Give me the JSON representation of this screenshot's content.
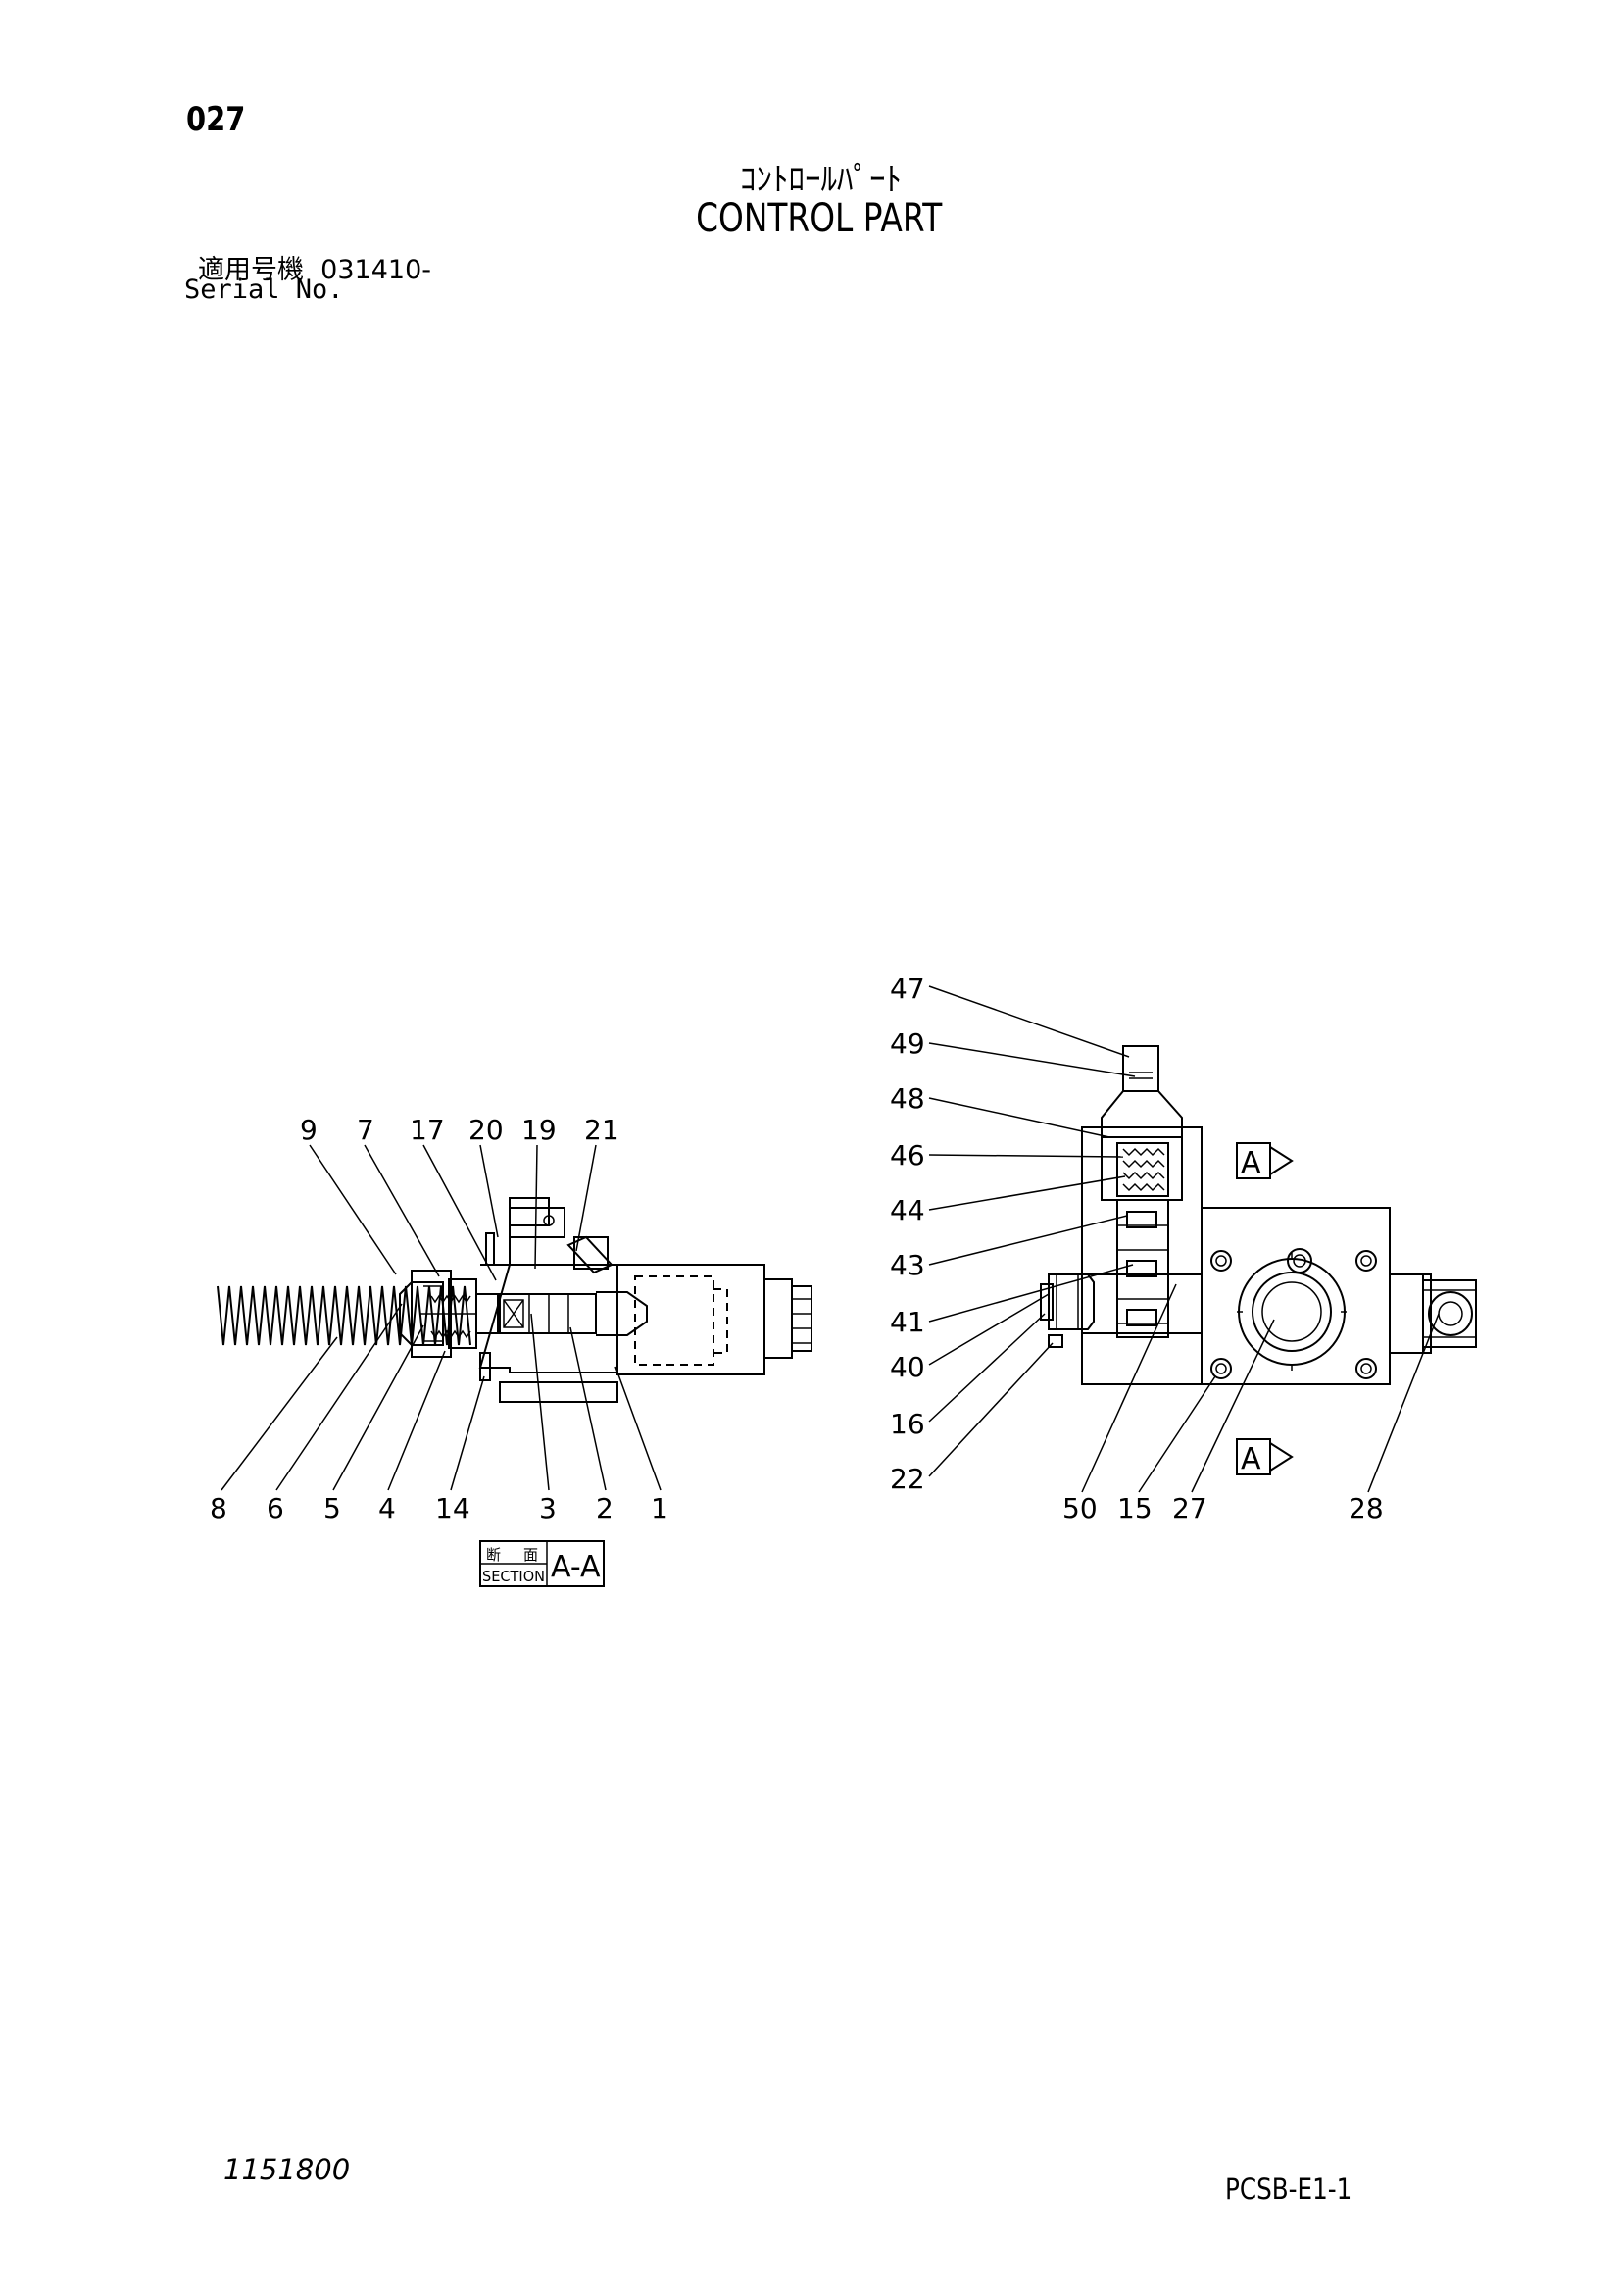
{
  "header": {
    "page_number": "027",
    "title_ja": "ｺﾝﾄﾛｰﾙﾊﾟｰﾄ",
    "title_en": "CONTROL PART",
    "serial_label_ja": "適用号機",
    "serial_value": "031410-",
    "serial_label_en": "Serial No."
  },
  "footer": {
    "doc_number": "1151800",
    "page_code": "PCSB-E1-1"
  },
  "section_box": {
    "label_ja_1": "断",
    "label_ja_2": "面",
    "label_en": "SECTION",
    "view": "A-A"
  },
  "view_marker": "A",
  "left_view": {
    "top_callouts": [
      "9",
      "7",
      "17",
      "20",
      "19",
      "21"
    ],
    "bottom_callouts": [
      "8",
      "6",
      "5",
      "4",
      "14",
      "3",
      "2",
      "1"
    ]
  },
  "right_view": {
    "left_callouts": [
      "47",
      "49",
      "48",
      "46",
      "44",
      "43",
      "41",
      "40",
      "16",
      "22"
    ],
    "bottom_callouts": [
      "50",
      "15",
      "27",
      "28"
    ]
  }
}
